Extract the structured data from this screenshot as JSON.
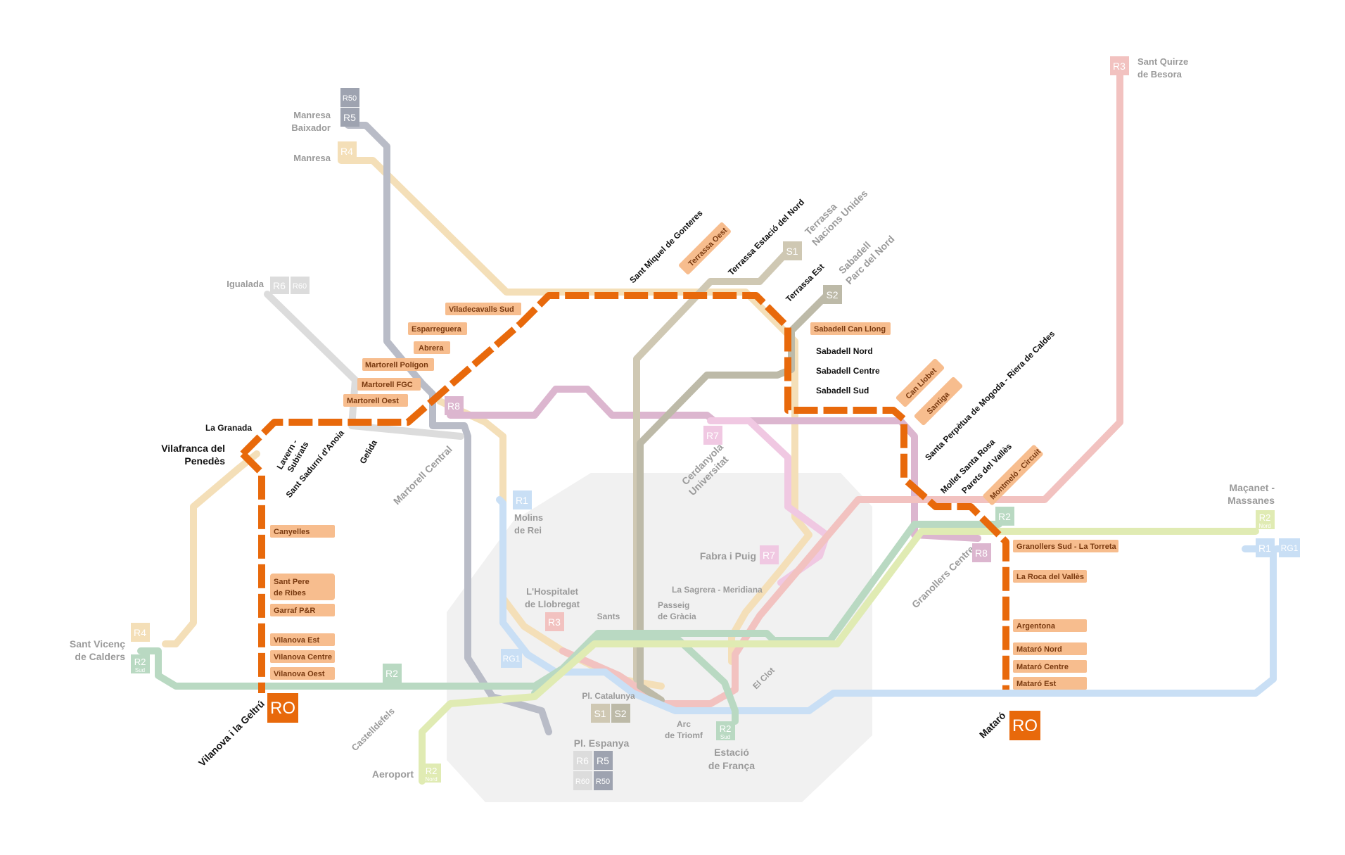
{
  "colors": {
    "orange_line": "#e8690b",
    "station_box": "#f7bd8e",
    "R1": "#c9dff5",
    "R2": "#b9d9c2",
    "R2Nord": "#e0ebb3",
    "R3": "#f2c2c0",
    "R4": "#f4dfb8",
    "R5": "#b9bcc7",
    "R6": "#dcdcdc",
    "R7": "#f0c8e2",
    "R8": "#dcb6cf",
    "S1": "#cfc8b3",
    "S2": "#bdbaa8",
    "RO": "#e8690b"
  },
  "badges": {
    "R50_top": "R50",
    "R5_top": "R5",
    "R4_manresa": "R4",
    "R6_ig": "R6",
    "R60_ig": "R60",
    "R8_martorell": "R8",
    "R1_molins": "R1",
    "R3_hospitalet": "R3",
    "RG1_hosp": "RG1",
    "S1_terrassa": "S1",
    "S2_sabadell": "S2",
    "R7_cerdanyola": "R7",
    "R7_fabra": "R7",
    "S1_pc": "S1",
    "S2_pc": "S2",
    "R6_pe": "R6",
    "R5_pe": "R5",
    "R60_pe": "R60",
    "R50_pe": "R50",
    "R2sud_franca": "R2",
    "sud_franca": "Sud",
    "R2_castell": "R2",
    "R2nord_aero": "R2",
    "nord_aero": "Nord",
    "R4_svc": "R4",
    "R2sud_svc": "R2",
    "sud_svc": "Sud",
    "R3_quirze": "R3",
    "R2_granollers": "R2",
    "R8_granollers": "R8",
    "R2nord_macanet": "R2",
    "nord_macanet": "Nord",
    "R1_macanet": "R1",
    "RG1_macanet": "RG1",
    "RO_vilanova": "RO",
    "RO_mataro": "RO"
  },
  "labels": {
    "manresa_baixador_1": "Manresa",
    "manresa_baixador_2": "Baixador",
    "manresa": "Manresa",
    "igualada": "Igualada",
    "sant_quirze_1": "Sant Quirze",
    "sant_quirze_2": "de Besora",
    "terrassa_nu_1": "Terrassa",
    "terrassa_nu_2": "Nacions Unides",
    "sabadell_pn_1": "Sabadell",
    "sabadell_pn_2": "Parc del Nord",
    "martorell_central": "Martorell Central",
    "molins_1": "Molins",
    "molins_2": "de Rei",
    "cerdanyola_1": "Cerdanyola",
    "cerdanyola_2": "Universitat",
    "hospitalet_1": "L'Hospitalet",
    "hospitalet_2": "de Llobregat",
    "sants": "Sants",
    "passeig_1": "Passeig",
    "passeig_2": "de Gràcia",
    "sagrera": "La Sagrera - Meridiana",
    "fabra": "Fabra i Puig",
    "pl_catalunya": "Pl. Catalunya",
    "arc_1": "Arc",
    "arc_2": "de Triomf",
    "pl_espanya": "Pl. Espanya",
    "estacio_1": "Estació",
    "estacio_2": "de França",
    "el_clot": "El Clot",
    "castelldefels": "Castelldefels",
    "aeroport": "Aeroport",
    "svc_1": "Sant Vicenç",
    "svc_2": "de Calders",
    "granollers_centre": "Granollers Centre",
    "macanet_1": "Maçanet -",
    "macanet_2": "Massanes"
  },
  "black_labels": {
    "la_granada": "La Granada",
    "vilafranca_1": "Vilafranca del",
    "vilafranca_2": "Penedès",
    "lavern_1": "Lavern -",
    "lavern_2": "Subirats",
    "sant_sadurni": "Sant Sadurní d'Anoia",
    "gelida": "Gelida",
    "sant_miquel": "Sant Miquel de Gonteres",
    "terrassa_estacio": "Terrassa Estació del Nord",
    "terrassa_est": "Terrassa Est",
    "sabadell_nord": "Sabadell Nord",
    "sabadell_centre": "Sabadell Centre",
    "sabadell_sud": "Sabadell Sud",
    "santa_perpetua": "Santa Perpètua de Mogoda - Riera de Caldes",
    "mollet": "Mollet Santa Rosa",
    "parets": "Parets del Vallès",
    "vilanova": "Vilanova i la Geltrú",
    "mataro": "Mataró"
  },
  "box_labels": {
    "viladecavalls": "Viladecavalls Sud",
    "esparreguera": "Esparreguera",
    "abrera": "Abrera",
    "martorell_poligon": "Martorell Polígon",
    "martorell_fgc": "Martorell FGC",
    "martorell_oest": "Martorell Oest",
    "canyelles": "Canyelles",
    "sant_pere_1": "Sant Pere",
    "sant_pere_2": "de Ribes",
    "garraf": "Garraf P&R",
    "vilanova_est": "Vilanova Est",
    "vilanova_centre": "Vilanova Centre",
    "vilanova_oest": "Vilanova Oest",
    "terrassa_oest": "Terrassa Oest",
    "sabadell_can_llong": "Sabadell Can Llong",
    "can_llobet": "Can Llobet",
    "santiga": "Santiga",
    "montmelo": "Montmeló - Circuit",
    "granollers_sud": "Granollers Sud - La Torreta",
    "la_roca": "La Roca del Vallès",
    "argentona": "Argentona",
    "mataro_nord": "Mataró Nord",
    "mataro_centre": "Mataró Centre",
    "mataro_est": "Mataró Est"
  }
}
